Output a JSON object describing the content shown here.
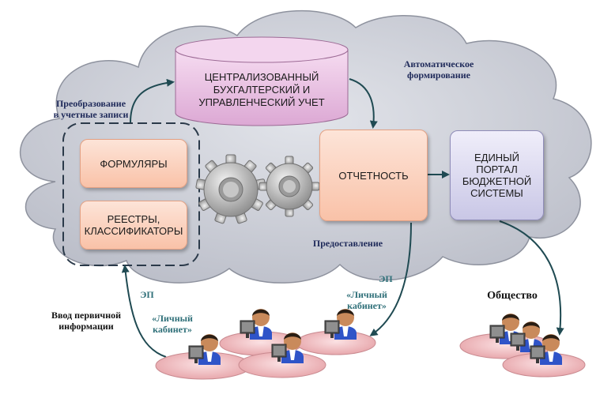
{
  "database": {
    "lines": [
      "ЦЕНТРАЛИЗОВАННЫЙ",
      "БУХГАЛТЕРСКИЙ  И",
      "УПРАВЛЕНЧЕСКИЙ  УЧЕТ"
    ]
  },
  "boxes": {
    "formulyary": "ФОРМУЛЯРЫ",
    "reestry_line1": "РЕЕСТРЫ,",
    "reestry_line2": "КЛАССИФИКАТОРЫ",
    "otchetnost": "ОТЧЕТНОСТЬ",
    "portal_lines": [
      "ЕДИНЫЙ",
      "ПОРТАЛ",
      "БЮДЖЕТНОЙ",
      "СИСТЕМЫ"
    ]
  },
  "labels": {
    "preobrazovanie_1": "Преобразование",
    "preobrazovanie_2": "в учетные записи",
    "avto_1": "Автоматическое",
    "avto_2": "формирование",
    "predostavlenie": "Предоставление",
    "ep_left": "ЭП",
    "ep_right": "ЭП",
    "lk_left_1": "«Личный",
    "lk_left_2": "кабинет»",
    "lk_right_1": "«Личный",
    "lk_right_2": "кабинет»",
    "vvod_1": "Ввод первичной",
    "vvod_2": "информации",
    "obshchestvo": "Общество"
  },
  "colors": {
    "cloud": "#c9ccd6",
    "cloud_stroke": "#8e929e",
    "peach": "#f9c2a8",
    "lavender": "#c9c7e6",
    "database": "#e6b8e0",
    "arrow": "#1f4a52",
    "label_navy": "#1f2a5a",
    "label_teal": "#2e6f78"
  },
  "icons": [
    "gear-icon",
    "gear-icon",
    "user-at-computer-icon"
  ]
}
